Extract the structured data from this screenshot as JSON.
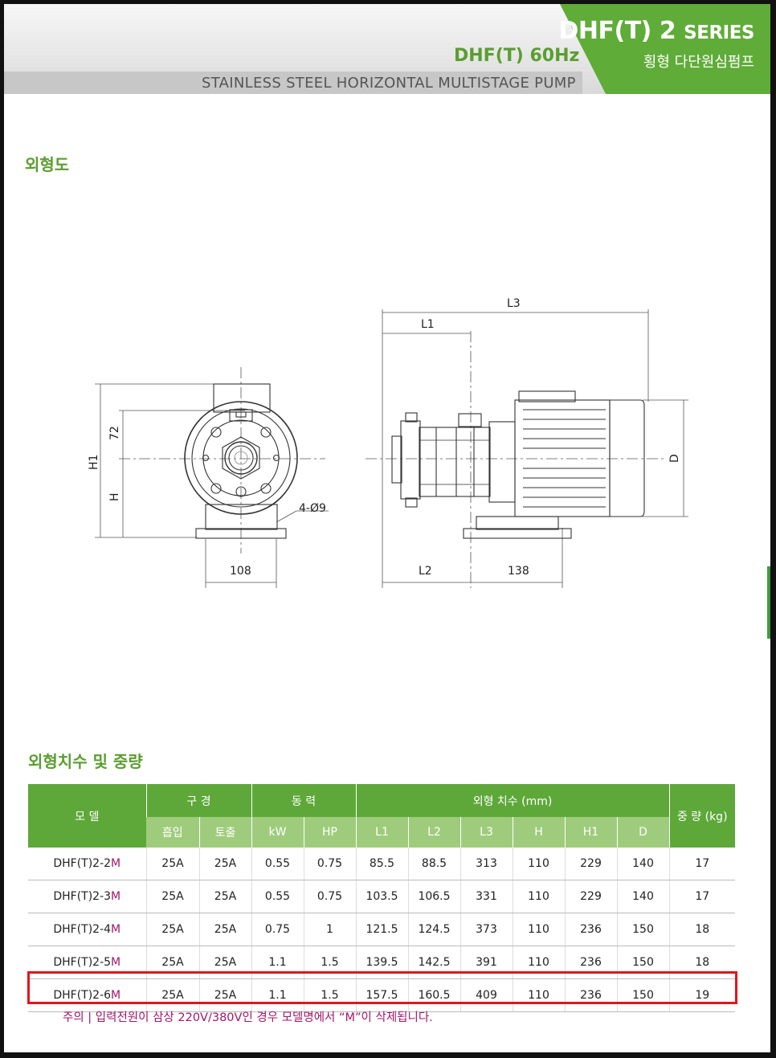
{
  "header": {
    "series_model": "DHF(T) 2",
    "series_word": "SERIES",
    "series_korean": "횡형 다단원심펌프",
    "frequency_title": "DHF(T) 60Hz",
    "product_line": "STAINLESS STEEL HORIZONTAL MULTISTAGE PUMP"
  },
  "drawing_section": {
    "title": "외형도",
    "dims": {
      "h1": "H1",
      "d72": "72",
      "h": "H",
      "holes": "4-Ø9",
      "w108": "108",
      "l1": "L1",
      "l2": "L2",
      "l3": "L3",
      "w138": "138",
      "d": "D"
    }
  },
  "table_section": {
    "title": "외형치수 및 중량",
    "headers": {
      "model": "모 델",
      "bore": "구 경",
      "power": "동 력",
      "dims": "외형 치수 (mm)",
      "weight": "중 량 (kg)",
      "sub": [
        "흡입",
        "토출",
        "kW",
        "HP",
        "L1",
        "L2",
        "L3",
        "H",
        "H1",
        "D"
      ]
    },
    "rows": [
      {
        "model": "DHF(T)2-2",
        "suffix": "M",
        "suction": "25A",
        "discharge": "25A",
        "kw": "0.55",
        "hp": "0.75",
        "l1": "85.5",
        "l2": "88.5",
        "l3": "313",
        "h": "110",
        "h1": "229",
        "d": "140",
        "weight": "17"
      },
      {
        "model": "DHF(T)2-3",
        "suffix": "M",
        "suction": "25A",
        "discharge": "25A",
        "kw": "0.55",
        "hp": "0.75",
        "l1": "103.5",
        "l2": "106.5",
        "l3": "331",
        "h": "110",
        "h1": "229",
        "d": "140",
        "weight": "17"
      },
      {
        "model": "DHF(T)2-4",
        "suffix": "M",
        "suction": "25A",
        "discharge": "25A",
        "kw": "0.75",
        "hp": "1",
        "l1": "121.5",
        "l2": "124.5",
        "l3": "373",
        "h": "110",
        "h1": "236",
        "d": "150",
        "weight": "18"
      },
      {
        "model": "DHF(T)2-5",
        "suffix": "M",
        "suction": "25A",
        "discharge": "25A",
        "kw": "1.1",
        "hp": "1.5",
        "l1": "139.5",
        "l2": "142.5",
        "l3": "391",
        "h": "110",
        "h1": "236",
        "d": "150",
        "weight": "18"
      },
      {
        "model": "DHF(T)2-6",
        "suffix": "M",
        "suction": "25A",
        "discharge": "25A",
        "kw": "1.1",
        "hp": "1.5",
        "l1": "157.5",
        "l2": "160.5",
        "l3": "409",
        "h": "110",
        "h1": "236",
        "d": "150",
        "weight": "19"
      }
    ],
    "highlight_color": "#e0161b",
    "accent_color": "#5ea83a"
  },
  "note": "주의 | 입력전원이 삼상 220V/380V인 경우 모델명에서 “M”이 삭제됩니다."
}
